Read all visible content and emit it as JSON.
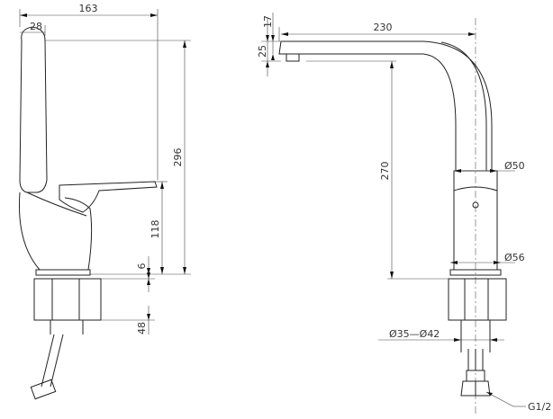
{
  "title": "Faucet technical drawing",
  "side_view": {
    "overall_width": "163",
    "handle_width": "28",
    "overall_height": "296",
    "spout_height": "118",
    "base_gap": "6",
    "mount_thickness": "48"
  },
  "front_view": {
    "spout_reach": "230",
    "spout_tip": "17",
    "spout_thickness": "25",
    "spout_clearance": "270",
    "body_diameter": "Ø50",
    "base_diameter": "Ø56",
    "hole_diameter": "Ø35—Ø42",
    "thread": "G1/2"
  }
}
